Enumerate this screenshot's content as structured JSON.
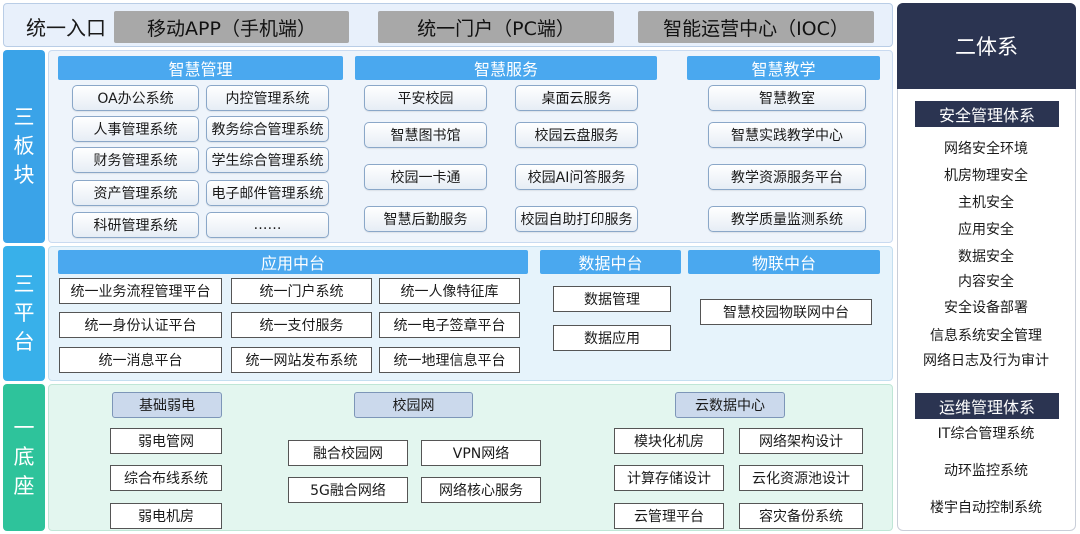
{
  "entry": {
    "title": "统一入口",
    "items": [
      "移动APP（手机端）",
      "统一门户（PC端）",
      "智能运营中心（IOC）"
    ]
  },
  "side_labels": {
    "modules": "三板块",
    "platforms": "三平台",
    "base": "一底座"
  },
  "modules": {
    "management": {
      "title": "智慧管理",
      "items": [
        "OA办公系统",
        "内控管理系统",
        "人事管理系统",
        "教务综合管理系统",
        "财务管理系统",
        "学生综合管理系统",
        "资产管理系统",
        "电子邮件管理系统",
        "科研管理系统",
        "……"
      ]
    },
    "service": {
      "title": "智慧服务",
      "items": [
        "平安校园",
        "桌面云服务",
        "智慧图书馆",
        "校园云盘服务",
        "校园一卡通",
        "校园AI问答服务",
        "智慧后勤服务",
        "校园自助打印服务"
      ]
    },
    "teaching": {
      "title": "智慧教学",
      "items": [
        "智慧教室",
        "智慧实践教学中心",
        "教学资源服务平台",
        "教学质量监测系统"
      ]
    }
  },
  "platforms": {
    "app": {
      "title": "应用中台",
      "items": [
        "统一业务流程管理平台",
        "统一门户系统",
        "统一人像特征库",
        "统一身份认证平台",
        "统一支付服务",
        "统一电子签章平台",
        "统一消息平台",
        "统一网站发布系统",
        "统一地理信息平台"
      ]
    },
    "data": {
      "title": "数据中台",
      "items": [
        "数据管理",
        "数据应用"
      ]
    },
    "iot": {
      "title": "物联中台",
      "items": [
        "智慧校园物联网中台"
      ]
    }
  },
  "base": {
    "weak": {
      "title": "基础弱电",
      "items": [
        "弱电管网",
        "综合布线系统",
        "弱电机房"
      ]
    },
    "campus_net": {
      "title": "校园网",
      "items": [
        "融合校园网",
        "VPN网络",
        "5G融合网络",
        "网络核心服务"
      ]
    },
    "cloud": {
      "title": "云数据中心",
      "items": [
        "模块化机房",
        "网络架构设计",
        "计算存储设计",
        "云化资源池设计",
        "云管理平台",
        "容灾备份系统"
      ]
    }
  },
  "systems": {
    "title": "二体系",
    "security": {
      "title": "安全管理体系",
      "items": [
        "网络安全环境",
        "机房物理安全",
        "主机安全",
        "应用安全",
        "数据安全",
        "内容安全",
        "安全设备部署",
        "信息系统安全管理",
        "网络日志及行为审计"
      ]
    },
    "ops": {
      "title": "运维管理体系",
      "items": [
        "IT综合管理系统",
        "动环监控系统",
        "楼宇自动控制系统"
      ]
    }
  },
  "colors": {
    "entry_bg": "#e8f0fb",
    "entry_box": "#a8a8a8",
    "side_modules": "#3aa3e8",
    "side_platforms": "#38b0ea",
    "side_base": "#2ec39b",
    "header_blue": "#4aa8ef",
    "right_header": "#2b3451"
  }
}
